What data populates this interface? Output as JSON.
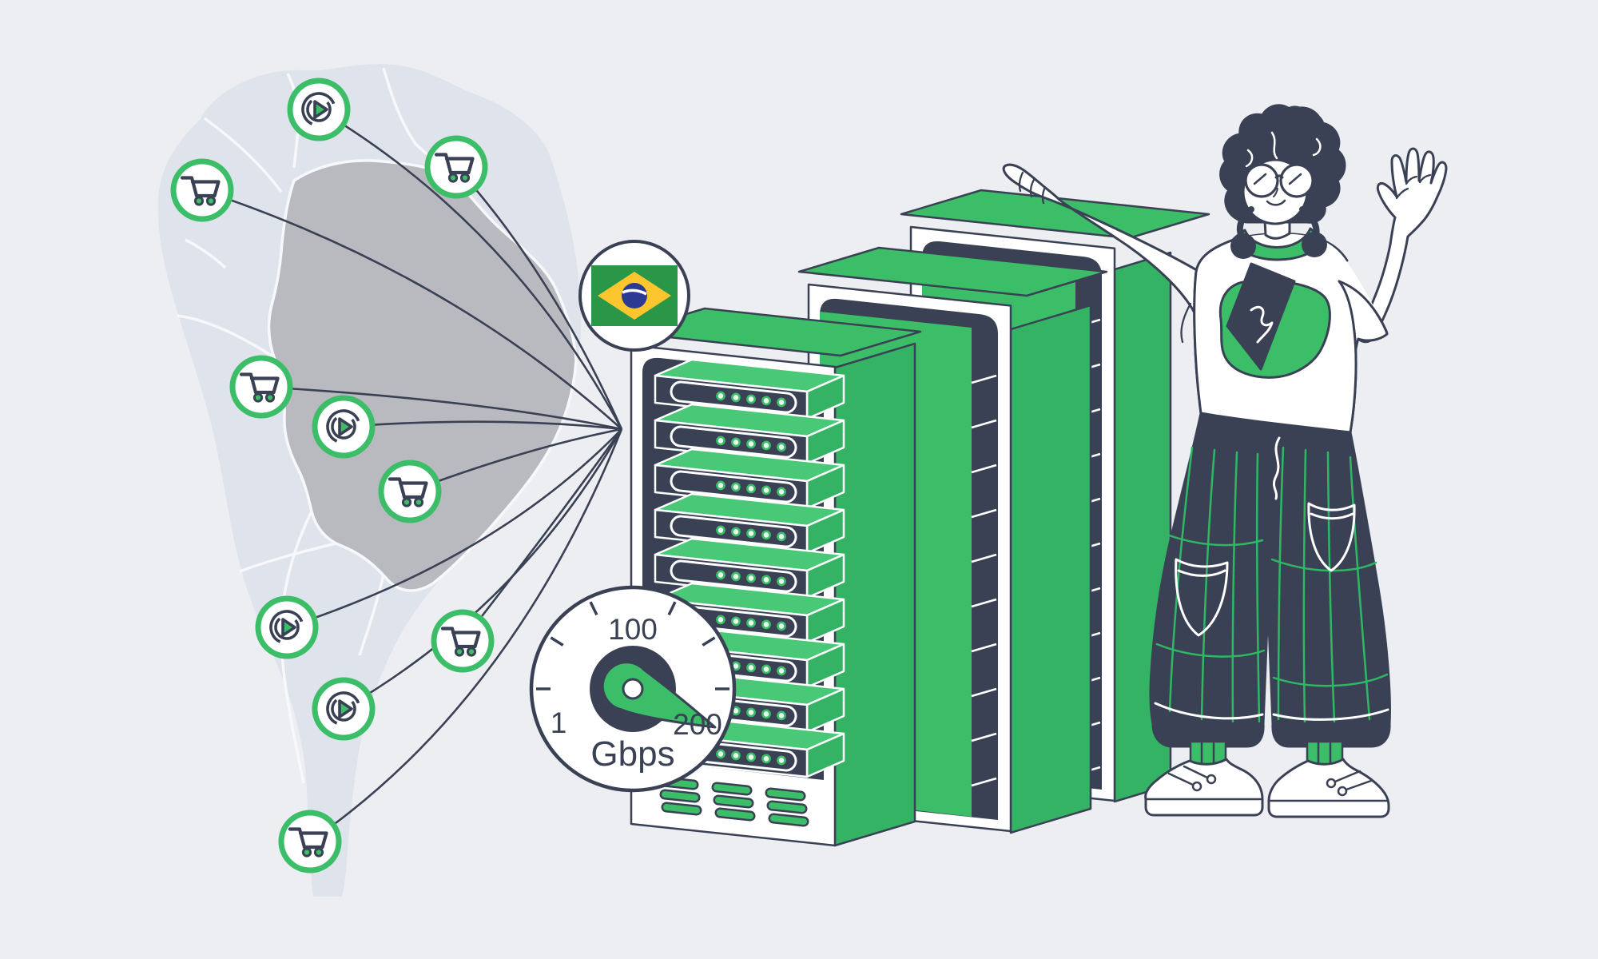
{
  "illustration": {
    "title": "brazil-datacenter-network-illustration",
    "gauge": {
      "top_label": "100",
      "min_label": "1",
      "max_label": "200",
      "unit": "Gbps"
    },
    "flag": {
      "country": "brazil"
    },
    "map": {
      "region": "south-america",
      "highlighted_country": "brazil"
    },
    "racks": {
      "count": 3,
      "front_rack_server_units": 9,
      "leds_per_unit": 5,
      "vent_slot_groups": 3
    },
    "icons": [
      {
        "type": "play-media"
      },
      {
        "type": "shopping-cart"
      },
      {
        "type": "shopping-cart"
      },
      {
        "type": "shopping-cart"
      },
      {
        "type": "play-media"
      },
      {
        "type": "shopping-cart"
      },
      {
        "type": "play-media"
      },
      {
        "type": "shopping-cart"
      },
      {
        "type": "play-media"
      },
      {
        "type": "shopping-cart"
      }
    ],
    "colors": {
      "background": "#eceef2",
      "green": "#3cbe69",
      "green_dark": "#2fb863",
      "dark": "#3a4154",
      "map_land": "#dfe3ec",
      "map_border": "#f7f8fb",
      "map_highlight": "#b9babf",
      "flag_green": "#2a9648",
      "flag_yellow": "#fdc62e",
      "flag_blue": "#2c3a94",
      "white": "#ffffff"
    }
  }
}
